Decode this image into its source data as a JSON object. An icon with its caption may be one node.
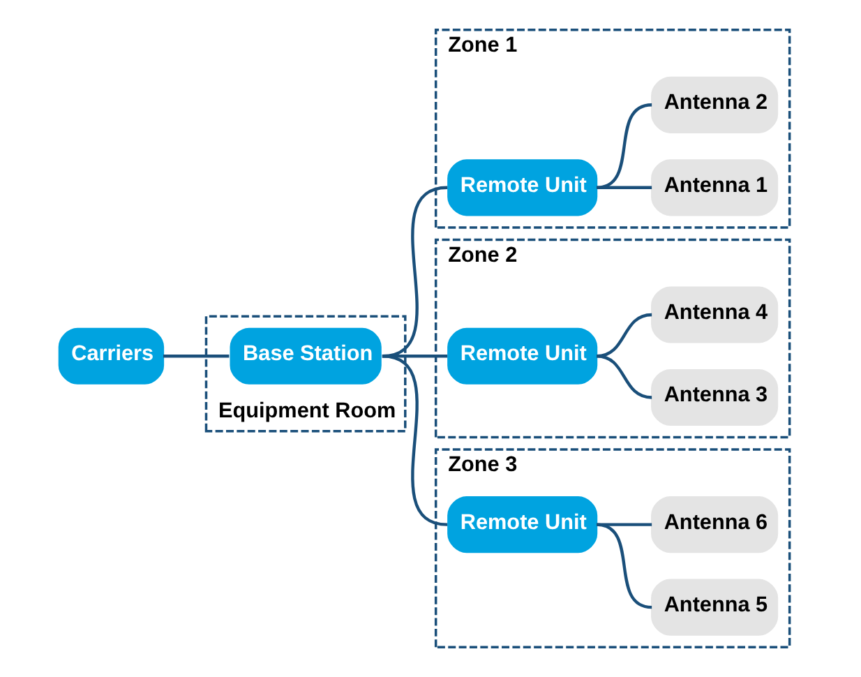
{
  "diagram": {
    "nodes": [
      {
        "text": [
          "Carriers"
        ]
      },
      {
        "text": [
          "Equipment Room"
        ]
      },
      {
        "text": [
          "Base Station"
        ],
        "in": 1
      },
      {
        "text": [
          "Zone 1"
        ]
      },
      {
        "text": [
          "Remote Unit"
        ],
        "in": 3
      },
      {
        "text": [
          "Antenna 1"
        ],
        "in": 3
      },
      {
        "text": [
          "Antenna 2"
        ],
        "in": 3
      },
      {
        "text": [
          "Zone 2"
        ]
      },
      {
        "text": [
          "Remote Unit"
        ],
        "in": 7
      },
      {
        "text": [
          "Antenna 3"
        ],
        "in": 7
      },
      {
        "text": [
          "Antenna 4"
        ],
        "in": 7
      },
      {
        "text": [
          "Zone 3"
        ]
      },
      {
        "text": [
          "Remote Unit"
        ],
        "in": 11
      },
      {
        "text": [
          "Antenna 5"
        ],
        "in": 11
      },
      {
        "text": [
          "Antenna 6"
        ],
        "in": 11
      }
    ],
    "edges": [
      {
        "from": 0,
        "to": 2,
        "arrow": "none"
      },
      {
        "from": 2,
        "to": 4,
        "arrow": "none"
      },
      {
        "from": 2,
        "to": 8,
        "arrow": "none"
      },
      {
        "from": 2,
        "to": 12,
        "arrow": "none"
      },
      {
        "from": 4,
        "to": 5,
        "arrow": "none"
      },
      {
        "from": 4,
        "to": 6,
        "arrow": "none"
      },
      {
        "from": 8,
        "to": 9,
        "arrow": "none"
      },
      {
        "from": 8,
        "to": 10,
        "arrow": "none"
      },
      {
        "from": 12,
        "to": 13,
        "arrow": "none"
      },
      {
        "from": 12,
        "to": 14,
        "arrow": "none"
      }
    ]
  }
}
